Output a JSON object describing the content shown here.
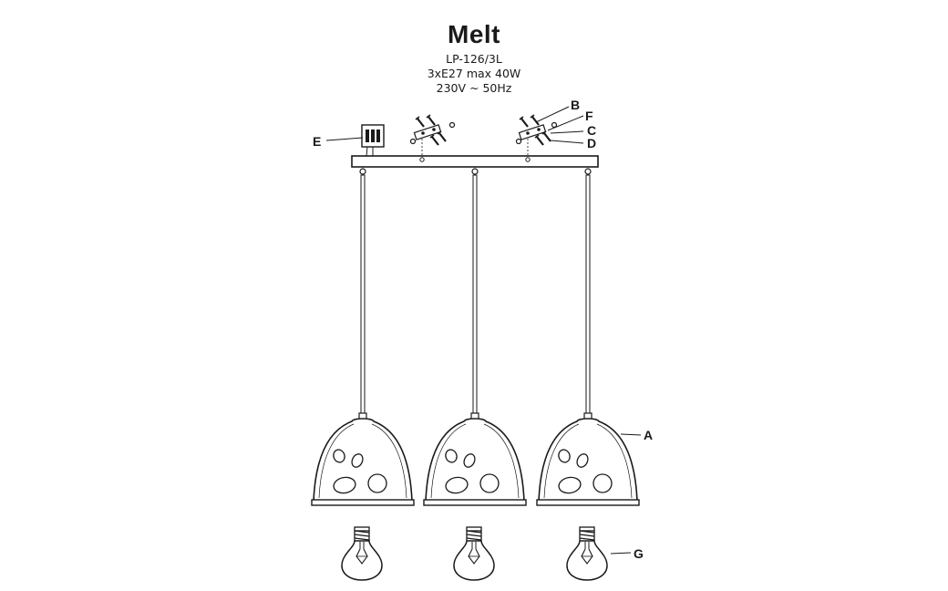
{
  "title": "Melt",
  "specs": {
    "model": "LP-126/3L",
    "bulbs": "3xE27 max 40W",
    "voltage": "230V ~ 50Hz"
  },
  "part_labels": {
    "A": "A",
    "B": "B",
    "C": "C",
    "D": "D",
    "E": "E",
    "F": "F",
    "G": "G"
  },
  "pendant_count": 3,
  "colors": {
    "line": "#1a1a1a",
    "background": "#ffffff"
  }
}
